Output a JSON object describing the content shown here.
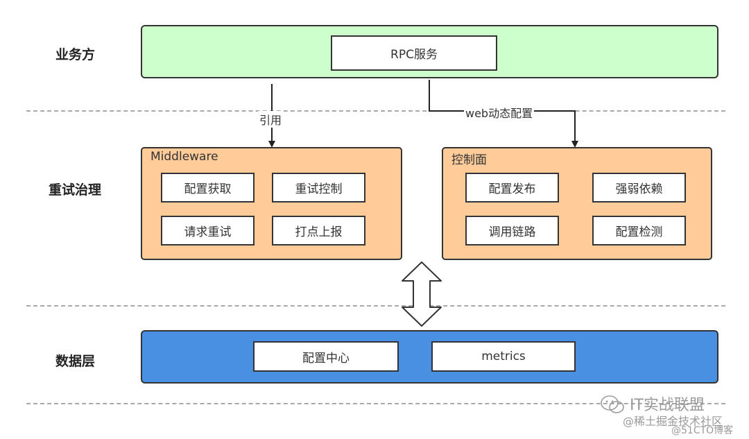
{
  "layers": {
    "business": "业务方",
    "retry": "重试治理",
    "data": "数据层"
  },
  "business_band": {
    "rpc": "RPC服务"
  },
  "edges": {
    "reference": "引用",
    "web_config": "web动态配置"
  },
  "middleware": {
    "title": "Middleware",
    "items": [
      "配置获取",
      "重试控制",
      "请求重试",
      "打点上报"
    ]
  },
  "control": {
    "title": "控制面",
    "items": [
      "配置发布",
      "强弱依赖",
      "调用链路",
      "配置检测"
    ]
  },
  "data_band": {
    "items": [
      "配置中心",
      "metrics"
    ]
  },
  "watermark": {
    "line1": "IT实战联盟",
    "line2": "@稀土掘金技术社区",
    "line3": "@51CTO博客"
  },
  "colors": {
    "business_fill": "#ccffcc",
    "panel_fill": "#ffcc99",
    "data_fill": "#4a90e2",
    "border": "#333333"
  }
}
